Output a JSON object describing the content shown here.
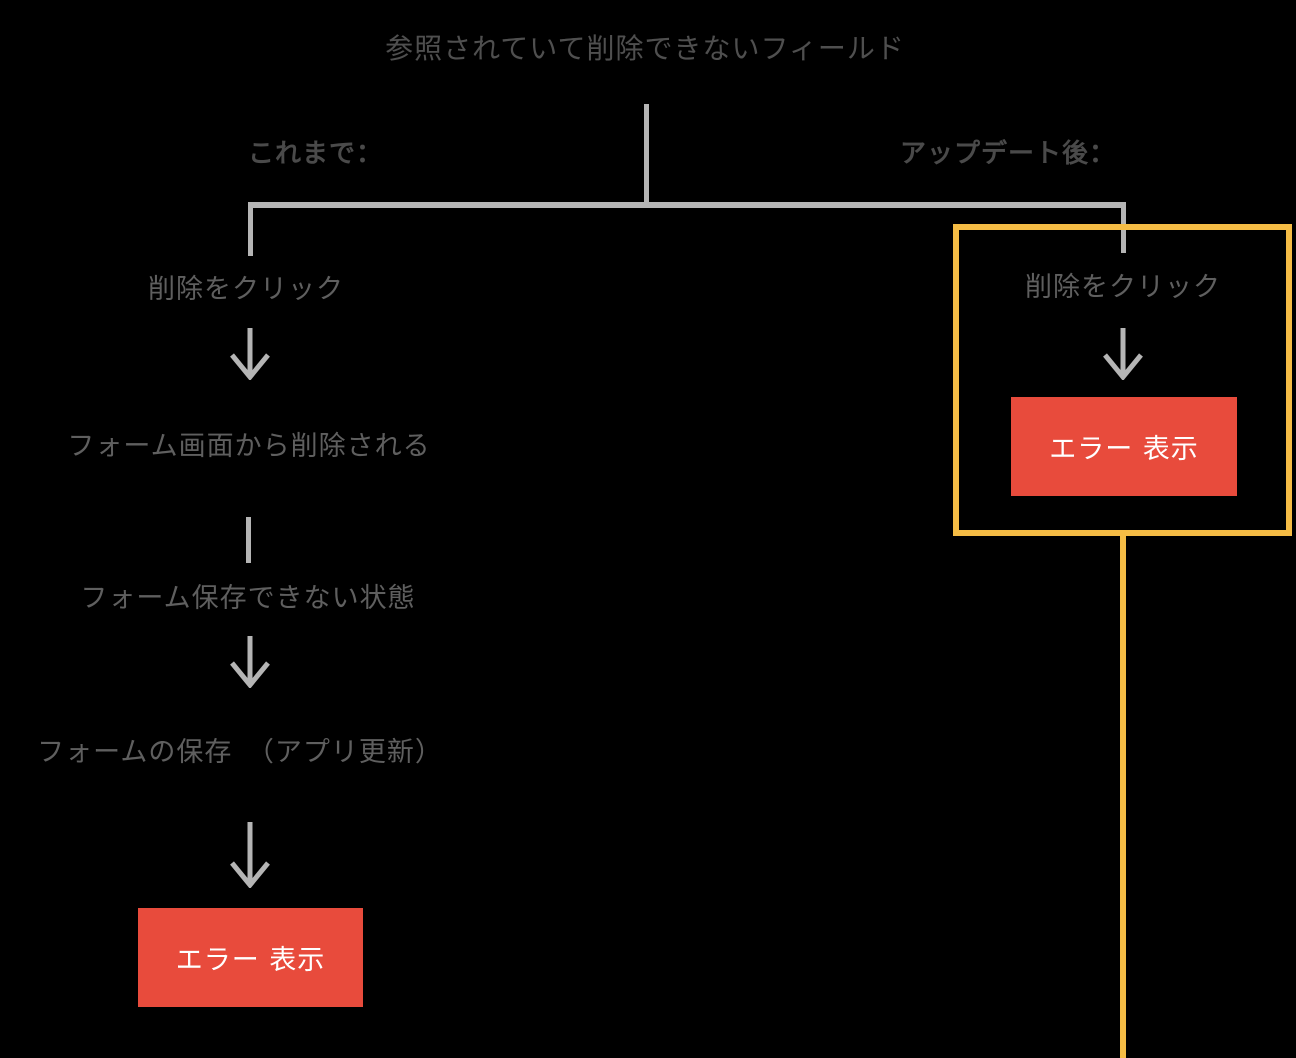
{
  "colors": {
    "background": "#000000",
    "connector_gray": "#b5b5b5",
    "title_gray": "#4f4f4f",
    "node_gray": "#5f5f5f",
    "error_red": "#e84b3c",
    "error_text": "#ffffff",
    "highlight_yellow": "#f5bc45"
  },
  "flow": {
    "title": "参照されていて削除できないフィールド",
    "branches": {
      "before": {
        "label": "これまで：",
        "steps": [
          "削除をクリック",
          "フォーム画面から削除される",
          "フォーム保存できない状態",
          "フォームの保存　（アプリ更新）"
        ],
        "result": "エラー 表示"
      },
      "after": {
        "label": "アップデート後：",
        "steps": [
          "削除をクリック"
        ],
        "result": "エラー 表示"
      }
    }
  }
}
